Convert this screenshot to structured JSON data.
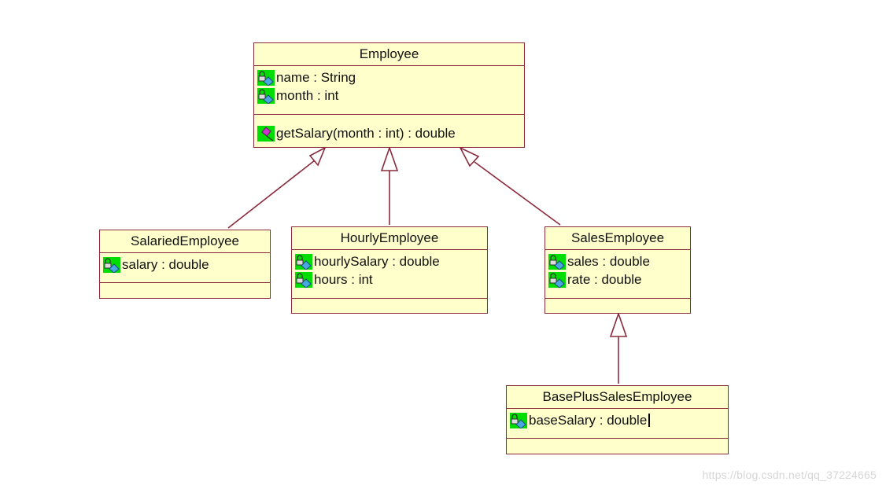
{
  "diagram": {
    "classes": {
      "employee": {
        "name": "Employee",
        "attributes": [
          "name : String",
          "month : int"
        ],
        "operations": [
          "getSalary(month : int) : double"
        ]
      },
      "salaried": {
        "name": "SalariedEmployee",
        "attributes": [
          "salary : double"
        ]
      },
      "hourly": {
        "name": "HourlyEmployee",
        "attributes": [
          "hourlySalary : double",
          "hours : int"
        ]
      },
      "sales": {
        "name": "SalesEmployee",
        "attributes": [
          "sales : double",
          "rate : double"
        ]
      },
      "baseplus": {
        "name": "BasePlusSalesEmployee",
        "attributes": [
          "baseSalary : double"
        ]
      }
    },
    "relations": [
      {
        "type": "generalization",
        "from": "SalariedEmployee",
        "to": "Employee"
      },
      {
        "type": "generalization",
        "from": "HourlyEmployee",
        "to": "Employee"
      },
      {
        "type": "generalization",
        "from": "SalesEmployee",
        "to": "Employee"
      },
      {
        "type": "generalization",
        "from": "BasePlusSalesEmployee",
        "to": "SalesEmployee"
      }
    ],
    "colors": {
      "box_fill": "#ffffcc",
      "border": "#8b2a3c",
      "icon_green": "#00dd00",
      "lock_blue": "#4aa8e0",
      "method_magenta": "#cc33cc"
    },
    "icons": {
      "attribute": "private-attribute-lock-icon",
      "operation": "public-operation-icon"
    }
  },
  "watermark": "https://blog.csdn.net/qq_37224665"
}
